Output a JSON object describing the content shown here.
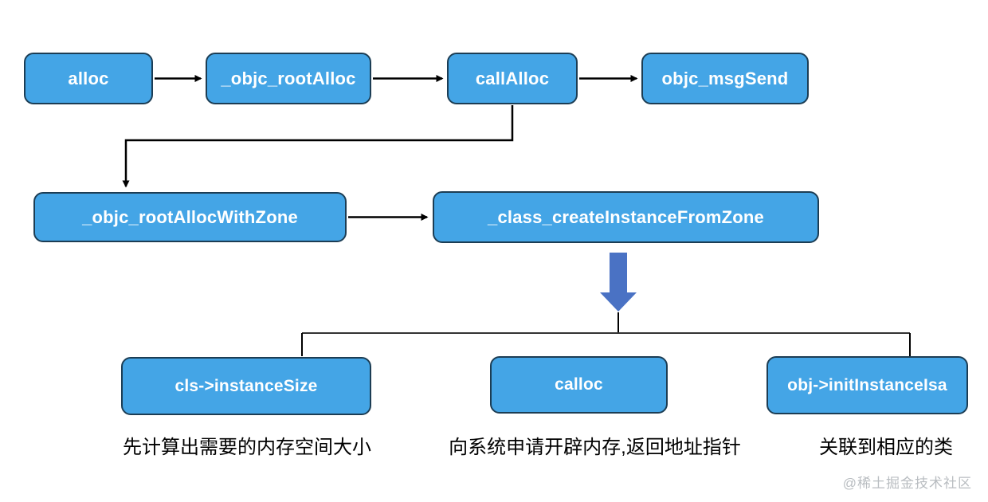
{
  "diagram": {
    "title_hint": "Objective-C alloc flow",
    "nodes": {
      "alloc": {
        "label": "alloc"
      },
      "objc_root_alloc": {
        "label": "_objc_rootAlloc"
      },
      "call_alloc": {
        "label": "callAlloc"
      },
      "objc_msg_send": {
        "label": "objc_msgSend"
      },
      "objc_root_alloc_with_zone": {
        "label": "_objc_rootAllocWithZone"
      },
      "class_create_instance_from_zone": {
        "label": "_class_createInstanceFromZone"
      },
      "cls_instance_size": {
        "label": "cls->instanceSize"
      },
      "calloc": {
        "label": "calloc"
      },
      "obj_init_instance_isa": {
        "label": "obj->initInstanceIsa"
      }
    },
    "captions": {
      "cls_instance_size": "先计算出需要的内存空间大小",
      "calloc": "向系统申请开辟内存,返回地址指针",
      "obj_init_instance_isa": "关联到相应的类"
    },
    "colors": {
      "node_fill": "#44a5e6",
      "node_border": "#1c3d54",
      "node_text": "#ffffff",
      "connector": "#000000",
      "big_arrow": "#4a72c4",
      "caption_text": "#000000",
      "watermark_text": "#b9bdc1"
    }
  },
  "watermark": {
    "text": "@稀土掘金技术社区"
  }
}
